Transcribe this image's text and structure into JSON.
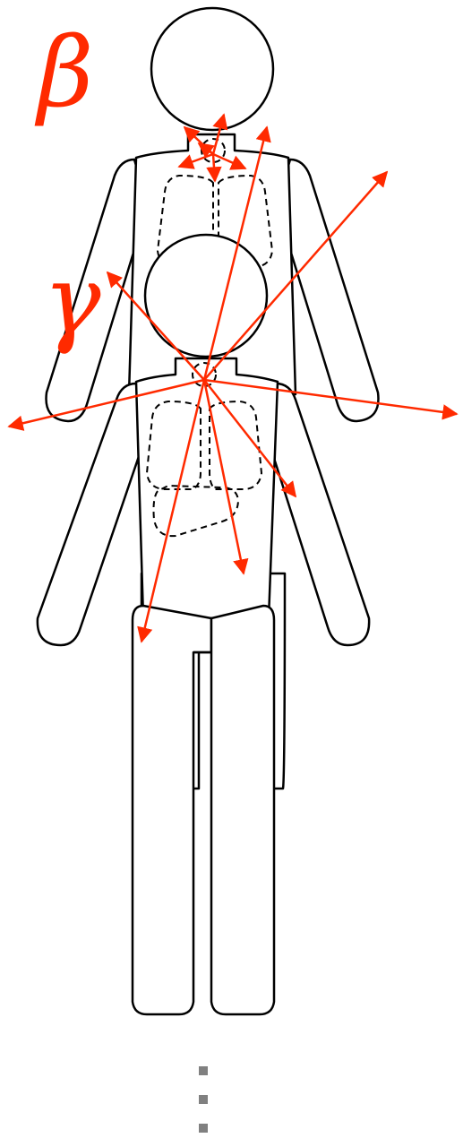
{
  "labels": {
    "beta": "β",
    "gamma": "γ"
  },
  "colors": {
    "outline": "#000000",
    "radiation": "#ff2a00",
    "ellipsis_dots": "#808080",
    "background": "#ffffff"
  },
  "figures": [
    {
      "name": "rear-person"
    },
    {
      "name": "front-person"
    }
  ],
  "emission_sources": [
    {
      "name": "rear-person-thyroid-source",
      "particle": "beta"
    },
    {
      "name": "front-person-thyroid-source",
      "particle": "gamma"
    }
  ]
}
